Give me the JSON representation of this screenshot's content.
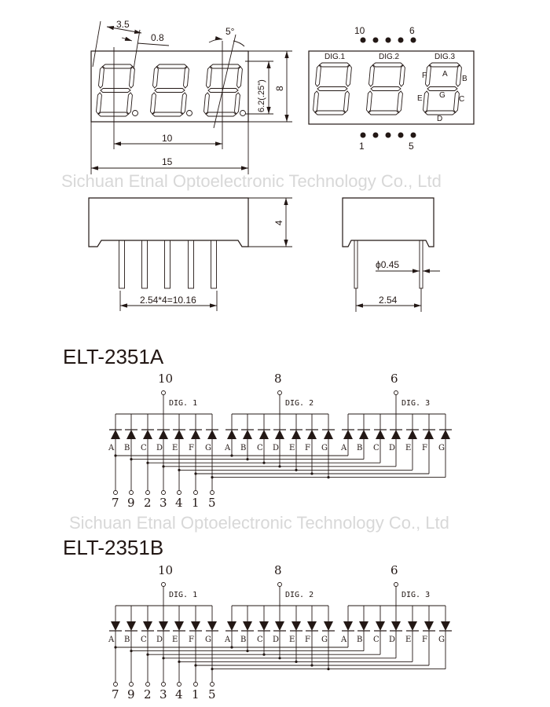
{
  "watermark": "Sichuan Etnal Optoelectronic Technology Co., Ltd",
  "front_view": {
    "dim_pitch_digit": "3.5",
    "dim_segment": "0.8",
    "dim_angle": "5°",
    "dim_digit_height": "6.2(.25\")",
    "dim_height": "8",
    "dim_digit_span": "10",
    "dim_width": "15"
  },
  "pin_view": {
    "top_pin_left": "10",
    "top_pin_right": "6",
    "bottom_pin_left": "1",
    "bottom_pin_right": "5",
    "digits": [
      "DIG.1",
      "DIG.2",
      "DIG.3"
    ],
    "segments": {
      "a": "A",
      "b": "B",
      "c": "C",
      "d": "D",
      "e": "E",
      "f": "F",
      "g": "G"
    }
  },
  "side_view": {
    "dim_pin_span": "2.54*4=10.16",
    "dim_thickness": "4"
  },
  "end_view": {
    "dim_pin_diameter": "ϕ0.45",
    "dim_pin_pitch": "2.54"
  },
  "schematics": [
    {
      "title": "ELT-2351A",
      "polarity": "up",
      "common_pins": [
        "10",
        "8",
        "6"
      ],
      "digits": [
        "DIG. 1",
        "DIG. 2",
        "DIG. 3"
      ],
      "segment_letters": [
        "A",
        "B",
        "C",
        "D",
        "E",
        "F",
        "G"
      ],
      "segment_pins": [
        "7",
        "9",
        "2",
        "3",
        "4",
        "1",
        "5"
      ]
    },
    {
      "title": "ELT-2351B",
      "polarity": "down",
      "common_pins": [
        "10",
        "8",
        "6"
      ],
      "digits": [
        "DIG. 1",
        "DIG. 2",
        "DIG. 3"
      ],
      "segment_letters": [
        "A",
        "B",
        "C",
        "D",
        "E",
        "F",
        "G"
      ],
      "segment_pins": [
        "7",
        "9",
        "2",
        "3",
        "4",
        "1",
        "5"
      ]
    }
  ]
}
